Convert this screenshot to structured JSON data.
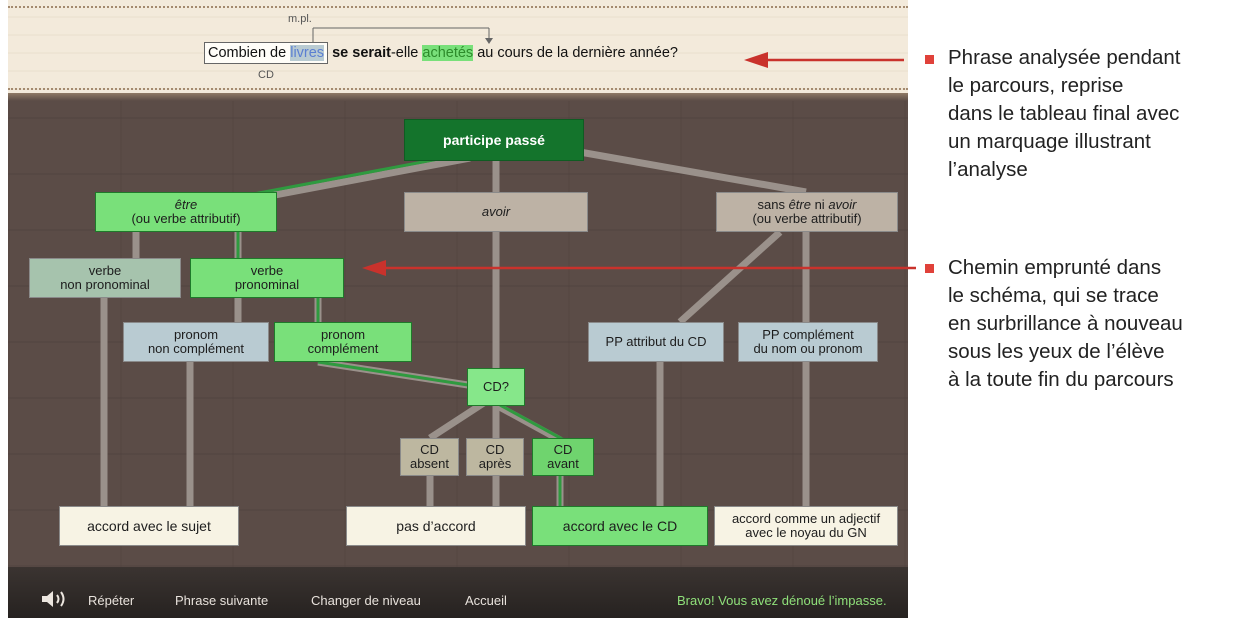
{
  "sentence": {
    "top_label": "m.pl.",
    "cd_label": "CD",
    "part1": "Combien de ",
    "part2": "livres",
    "part3": " ",
    "part4": "se serait",
    "part5": "-elle ",
    "part6": "achetés",
    "part7": " au cours de la dernière année?"
  },
  "diagram": {
    "root": "participe passé",
    "etre_line1": "être",
    "etre_line2": "(ou verbe attributif)",
    "avoir": "avoir",
    "sans_line1a": "sans ",
    "sans_line1b": "être",
    "sans_line1c": " ni ",
    "sans_line1d": "avoir",
    "sans_line2": "(ou verbe attributif)",
    "vnp_1": "verbe",
    "vnp_2": "non pronominal",
    "vp_1": "verbe",
    "vp_2": "pronominal",
    "pnc_1": "pronom",
    "pnc_2": "non complément",
    "pc_1": "pronom",
    "pc_2": "complément",
    "cdq": "CD?",
    "ppattr": "PP attribut du CD",
    "ppcomp_1": "PP complément",
    "ppcomp_2": "du nom ou pronom",
    "cd_absent_1": "CD",
    "cd_absent_2": "absent",
    "cd_apres_1": "CD",
    "cd_apres_2": "après",
    "cd_avant_1": "CD",
    "cd_avant_2": "avant",
    "acc_sujet": "accord avec le sujet",
    "pas_accord": "pas d’accord",
    "acc_cd": "accord avec le CD",
    "acc_adj_1": "accord comme un adjectif",
    "acc_adj_2": "avec le noyau du GN"
  },
  "toolbar": {
    "speaker_icon": "speaker-icon",
    "repeat": "Répéter",
    "next": "Phrase suivante",
    "level": "Changer de niveau",
    "home": "Accueil",
    "bravo": "Bravo! Vous avez dénoué l’impasse."
  },
  "annotations": {
    "a1_l1": "Phrase analysée pendant",
    "a1_l2": "le parcours, reprise",
    "a1_l3": "dans le tableau final avec",
    "a1_l4": "un marquage illustrant",
    "a1_l5": "l’analyse",
    "a2_l1": "Chemin emprunté dans",
    "a2_l2": "le schéma, qui se trace",
    "a2_l3": "en surbrillance à nouveau",
    "a2_l4": "sous les yeux de l’élève",
    "a2_l5": "à la toute fin du parcours"
  },
  "colors": {
    "board": "#5b4c47",
    "highlight_green": "#2f9a3f",
    "arrow_red": "#c9322c",
    "bravo_green": "#8fe07a"
  }
}
